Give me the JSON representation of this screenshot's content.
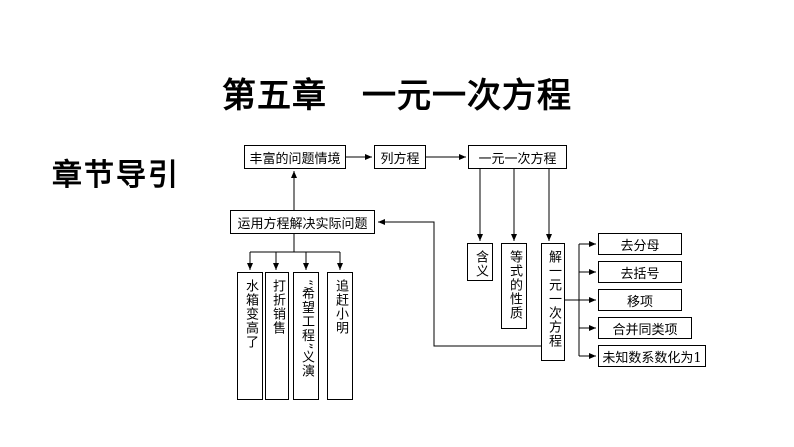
{
  "title": "第五章　一元一次方程",
  "section_label": "章节导引",
  "nodes": {
    "rich_situation": "丰富的问题情境",
    "list_equation": "列方程",
    "linear_equation": "一元一次方程",
    "apply_equation": "运用方程解决实际问题",
    "meaning": "含义",
    "equation_properties": "等式的性质",
    "solve_equation": "解一元一次方程",
    "remove_denominator": "去分母",
    "remove_brackets": "去括号",
    "transpose": "移项",
    "combine_like_terms": "合并同类项",
    "coefficient_to_one": "未知数系数化为1",
    "water_tank": "水箱变高了",
    "discount_sale": "打折销售",
    "hope_project": "“希望工程”义演",
    "chase_xiaoming": "追赶小明"
  }
}
